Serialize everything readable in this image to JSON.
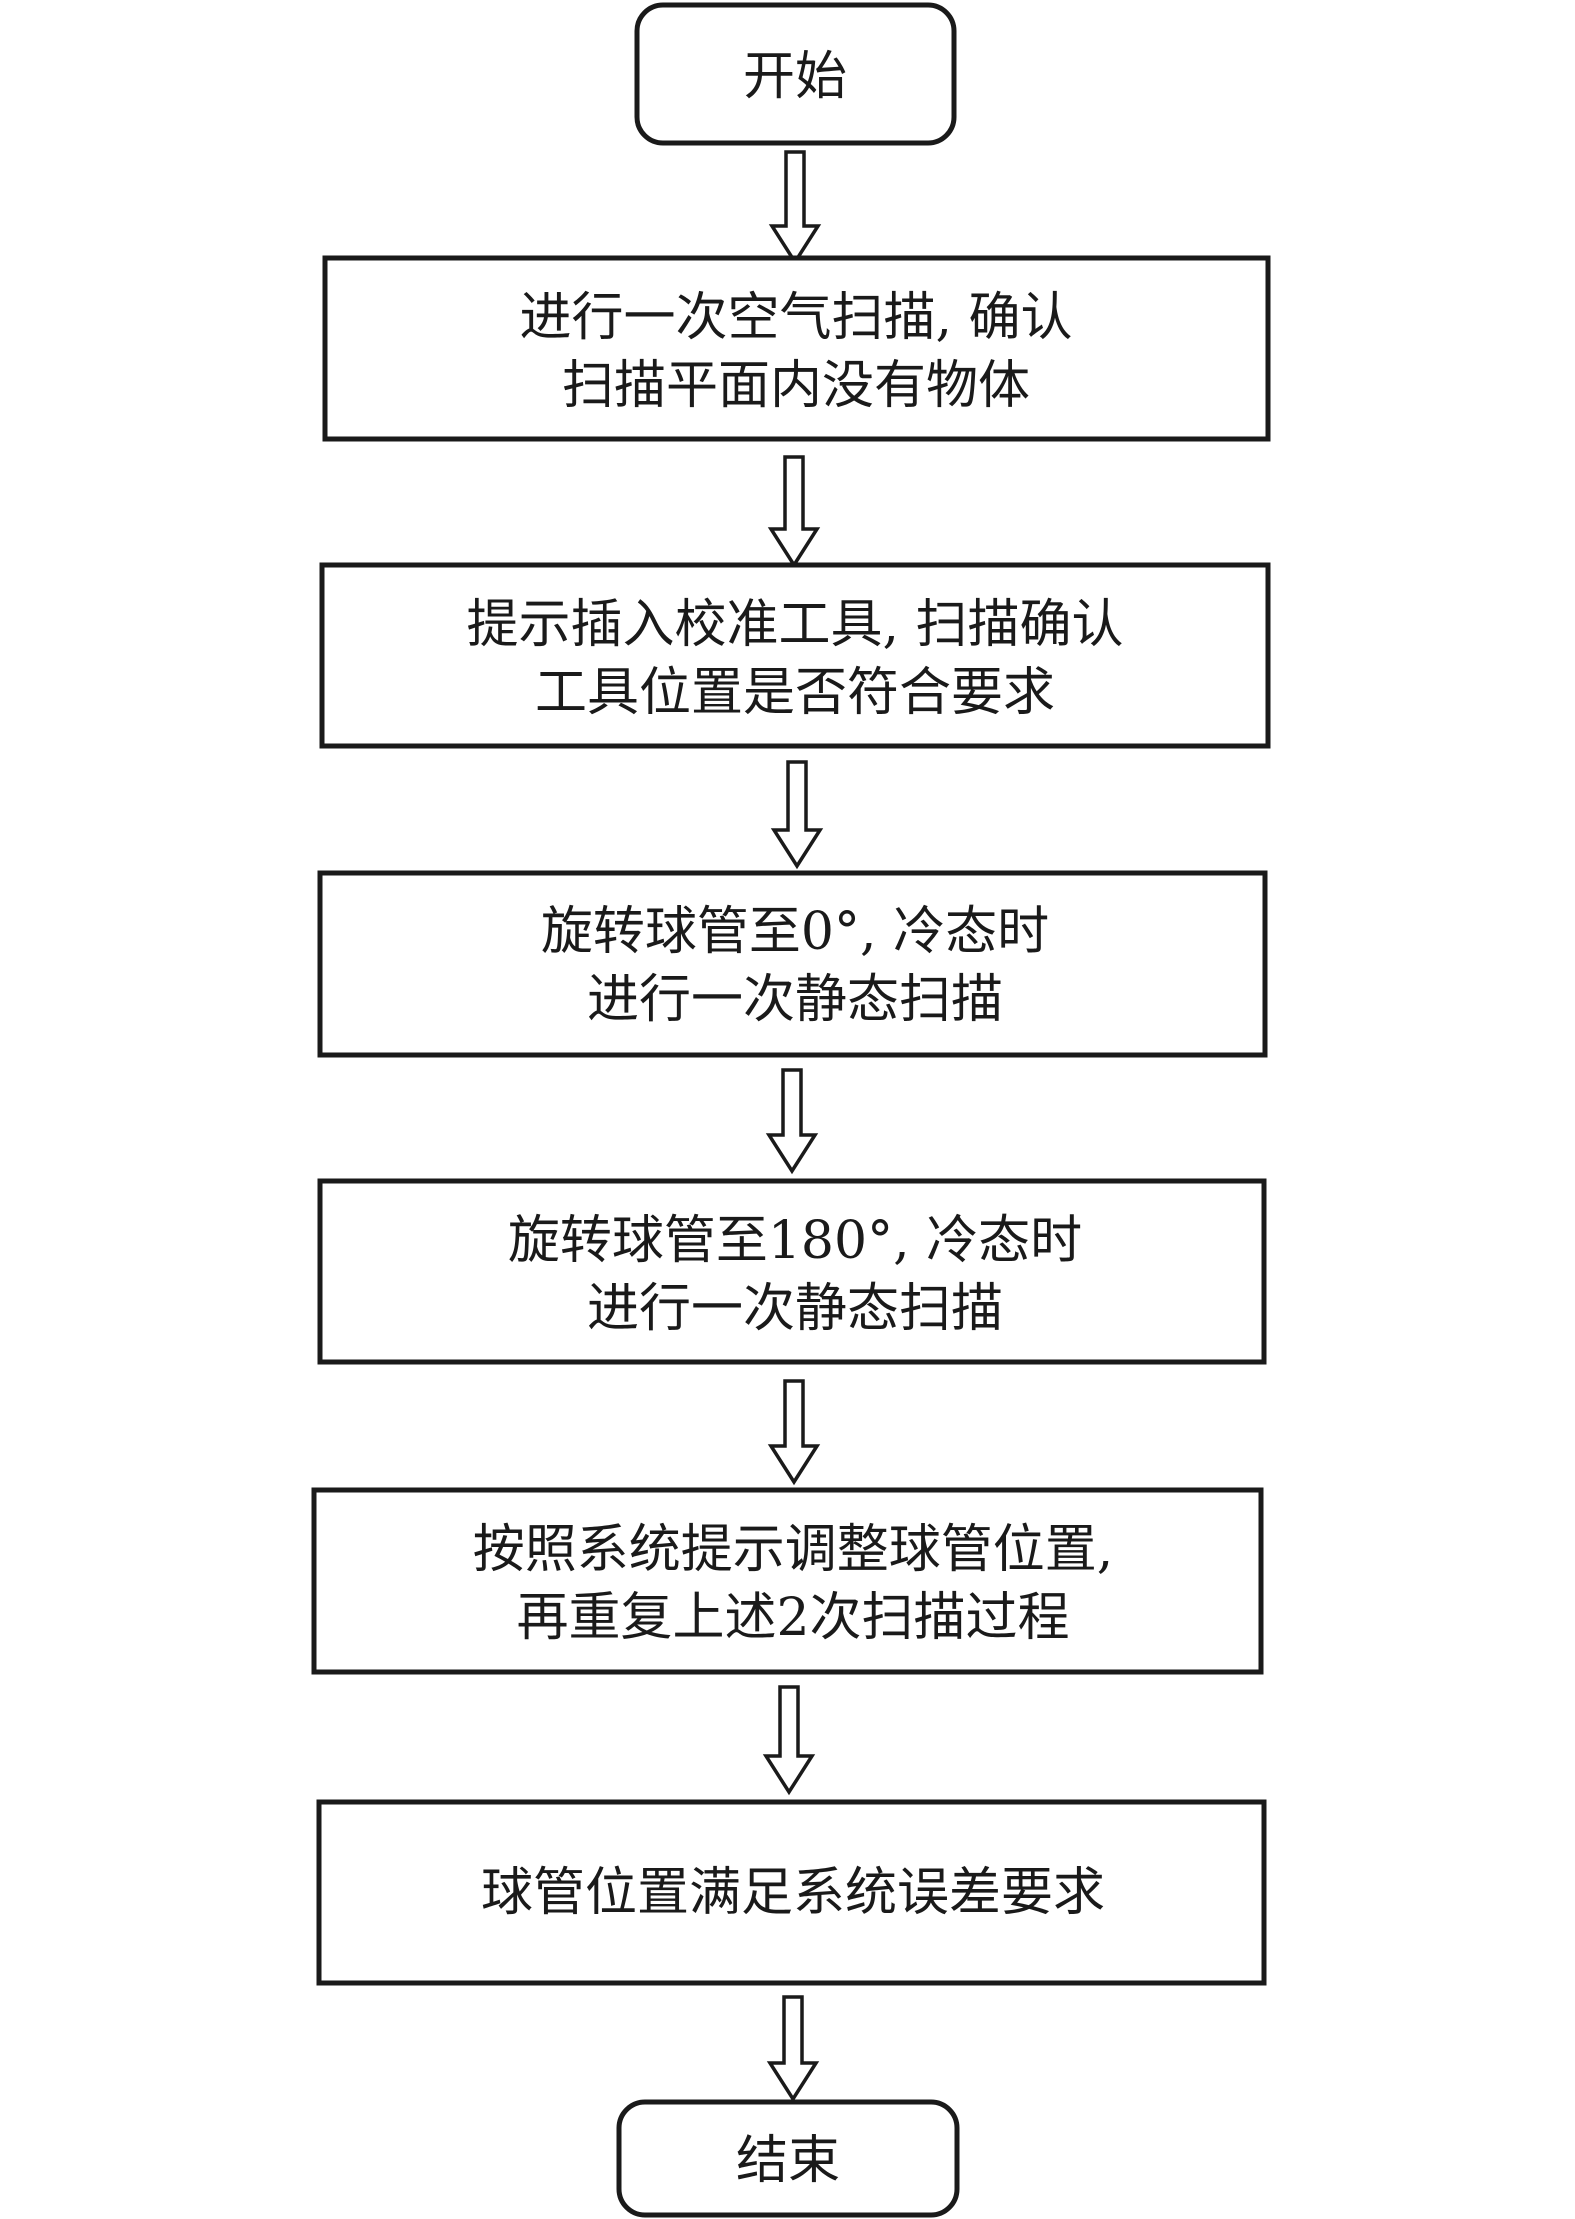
{
  "flowchart": {
    "start": {
      "label": "开始"
    },
    "steps": [
      {
        "lines": [
          "进行一次空气扫描, 确认",
          "扫描平面内没有物体"
        ]
      },
      {
        "lines": [
          "提示插入校准工具, 扫描确认",
          "工具位置是否符合要求"
        ]
      },
      {
        "lines": [
          "旋转球管至0°, 冷态时",
          "进行一次静态扫描"
        ]
      },
      {
        "lines": [
          "旋转球管至180°, 冷态时",
          "进行一次静态扫描"
        ]
      },
      {
        "lines": [
          "按照系统提示调整球管位置,",
          "再重复上述2次扫描过程"
        ]
      },
      {
        "lines": [
          "球管位置满足系统误差要求"
        ]
      }
    ],
    "end": {
      "label": "结束"
    }
  },
  "colors": {
    "stroke": "#1a1a1a",
    "fill": "#ffffff",
    "text": "#1a1a1a"
  }
}
